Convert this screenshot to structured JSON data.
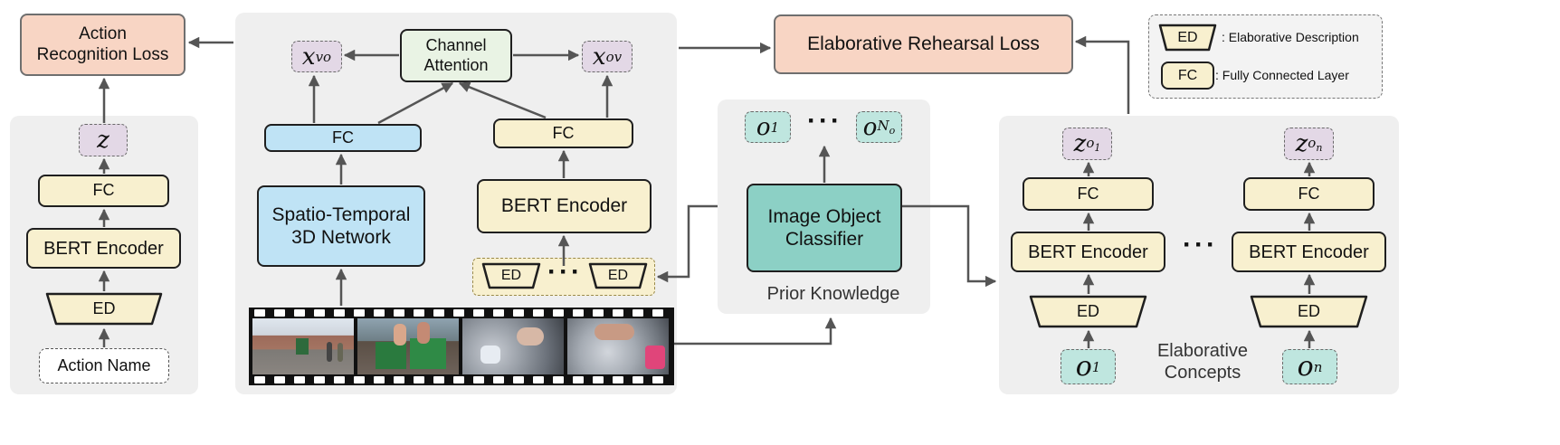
{
  "left": {
    "loss": "Action\nRecognition Loss",
    "z_var": "z",
    "fc": "FC",
    "bert": "BERT Encoder",
    "ed": "ED",
    "action_name": "Action Name"
  },
  "center": {
    "channel_attention": "Channel\nAttention",
    "x_vo": "x",
    "x_vo_sub": "vo",
    "x_ov": "x",
    "x_ov_sub": "ov",
    "fc_video": "FC",
    "fc_text": "FC",
    "st_network": "Spatio-Temporal\n3D Network",
    "bert": "BERT Encoder",
    "ed_a": "ED",
    "ed_b": "ED",
    "dots": "···"
  },
  "prior": {
    "o1": "o",
    "o1_sub": "1",
    "oN": "o",
    "oN_sub": "N",
    "oN_subsub": "o",
    "dots": "···",
    "classifier": "Image Object\nClassifier",
    "caption": "Prior Knowledge"
  },
  "rehearsal_loss": "Elaborative Rehearsal Loss",
  "legend": {
    "ed_icon": "ED",
    "ed_text": ": Elaborative Description",
    "fc_icon": "FC",
    "fc_text": ": Fully Connected Layer"
  },
  "right": {
    "z1": "z",
    "z1_sub": "o",
    "z1_subsub": "1",
    "zn": "z",
    "zn_sub": "o",
    "zn_subsub": "n",
    "fc_1": "FC",
    "fc_n": "FC",
    "bert_1": "BERT Encoder",
    "bert_n": "BERT Encoder",
    "ed_1": "ED",
    "ed_n": "ED",
    "o1": "o",
    "o1_sub": "1",
    "on": "o",
    "on_sub": "n",
    "dots": "···",
    "caption": "Elaborative\nConcepts"
  },
  "colors": {
    "panel": "#efefef",
    "cream": "#f8f0cf",
    "blue": "#bfe3f5",
    "teal": "#8cd0c5",
    "salmon": "#f8d5c4",
    "lavender": "#e3d8e6",
    "arrow": "#555555"
  }
}
